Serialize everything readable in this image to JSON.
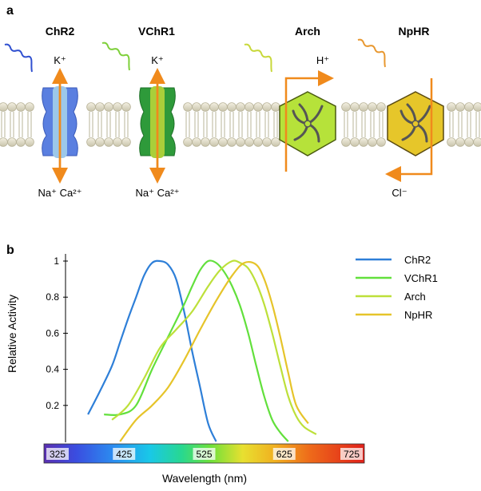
{
  "panel_a": {
    "letter": "a",
    "channels": [
      {
        "name": "ChR2",
        "ion_top": "K⁺",
        "ions_bottom": "Na⁺ Ca²⁺"
      },
      {
        "name": "VChR1",
        "ion_top": "K⁺",
        "ions_bottom": "Na⁺ Ca²⁺"
      },
      {
        "name": "Arch",
        "ion_top": "H⁺"
      },
      {
        "name": "NpHR",
        "ion_bottom": "Cl⁻"
      }
    ],
    "colors": {
      "chr2_body": "#5a7fe0",
      "chr2_core": "#9cc8ea",
      "vchr1_body": "#2e9a3a",
      "vchr1_core": "#a9cf3a",
      "arch_body": "#b6e23a",
      "nphr_body": "#e6c62a",
      "arrow": "#f08a1c",
      "membrane_head": "#e6e2cf"
    }
  },
  "panel_b": {
    "letter": "b",
    "colorbar_ticks": [
      "325",
      "425",
      "525",
      "625",
      "725"
    ],
    "colors": {
      "ChR2": "#2e7fd8",
      "VChR1": "#62e03c",
      "Arch": "#bde03a",
      "NpHR": "#e6c42a"
    }
  },
  "chart_data": {
    "type": "line",
    "title": "",
    "xlabel": "Wavelength (nm)",
    "ylabel": "Relative Activity",
    "xlim": [
      325,
      725
    ],
    "ylim": [
      0,
      1
    ],
    "yticks": [
      "0.2",
      "0.4",
      "0.6",
      "0.8",
      "1"
    ],
    "legend_position": "top-right",
    "series": [
      {
        "name": "ChR2",
        "x": [
          380,
          395,
          410,
          420,
          430,
          440,
          450,
          460,
          470,
          480,
          490,
          500,
          510,
          520,
          530,
          540
        ],
        "y": [
          0.15,
          0.28,
          0.42,
          0.55,
          0.68,
          0.8,
          0.92,
          0.99,
          1.0,
          0.98,
          0.9,
          0.72,
          0.5,
          0.3,
          0.1,
          0.0
        ]
      },
      {
        "name": "VChR1",
        "x": [
          400,
          420,
          440,
          460,
          480,
          500,
          510,
          520,
          530,
          540,
          550,
          560,
          570,
          580,
          590,
          600,
          610,
          620,
          630
        ],
        "y": [
          0.15,
          0.15,
          0.2,
          0.4,
          0.58,
          0.76,
          0.86,
          0.95,
          1.0,
          0.99,
          0.94,
          0.86,
          0.75,
          0.6,
          0.42,
          0.25,
          0.12,
          0.05,
          0.0
        ]
      },
      {
        "name": "Arch",
        "x": [
          410,
          430,
          450,
          470,
          490,
          510,
          530,
          545,
          560,
          570,
          580,
          590,
          600,
          610,
          620,
          630,
          640,
          650,
          665
        ],
        "y": [
          0.12,
          0.2,
          0.35,
          0.52,
          0.62,
          0.72,
          0.86,
          0.95,
          1.0,
          0.99,
          0.96,
          0.88,
          0.76,
          0.6,
          0.42,
          0.25,
          0.14,
          0.08,
          0.04
        ]
      },
      {
        "name": "NpHR",
        "x": [
          420,
          440,
          460,
          480,
          500,
          520,
          540,
          560,
          575,
          590,
          600,
          610,
          620,
          630,
          640,
          655
        ],
        "y": [
          0.0,
          0.12,
          0.2,
          0.3,
          0.45,
          0.62,
          0.78,
          0.92,
          0.99,
          0.98,
          0.9,
          0.76,
          0.58,
          0.38,
          0.2,
          0.1
        ]
      }
    ]
  }
}
